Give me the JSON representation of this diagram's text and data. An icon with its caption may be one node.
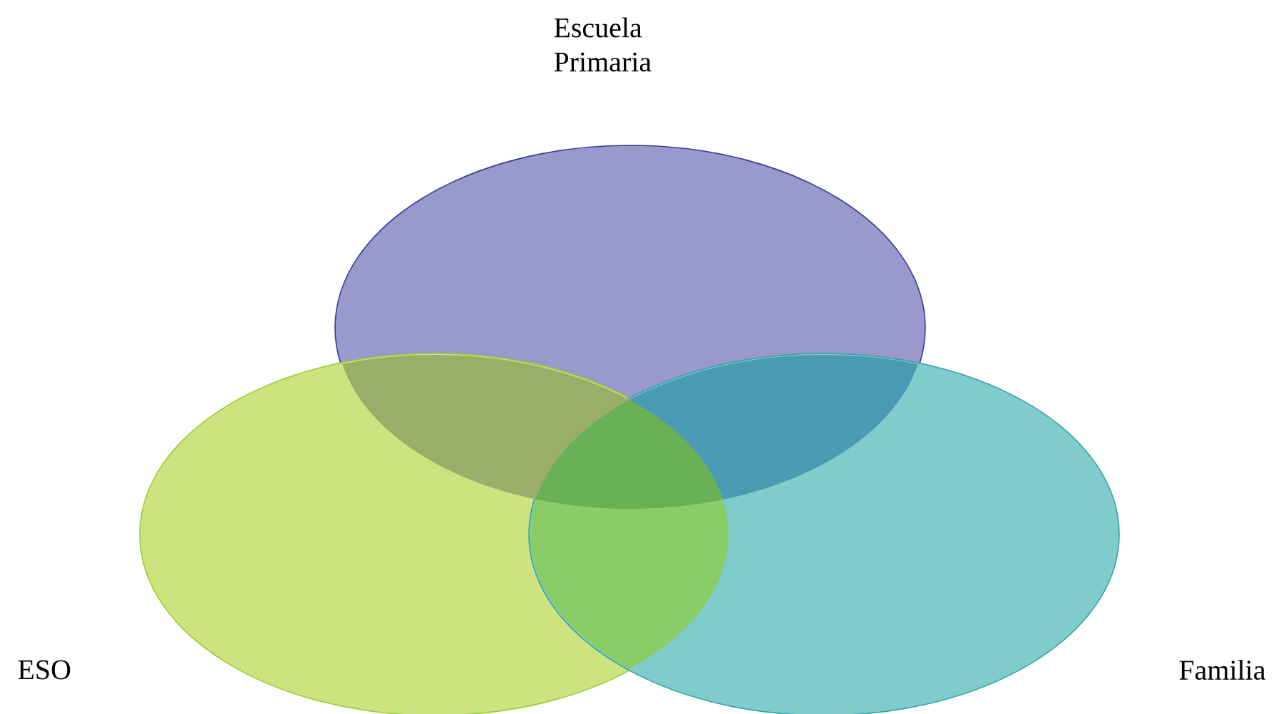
{
  "diagram": {
    "nodes": [
      {
        "text": [
          "Escuela Primaria"
        ]
      },
      {
        "text": [
          "ESO"
        ]
      },
      {
        "text": [
          "Familia"
        ]
      }
    ]
  }
}
